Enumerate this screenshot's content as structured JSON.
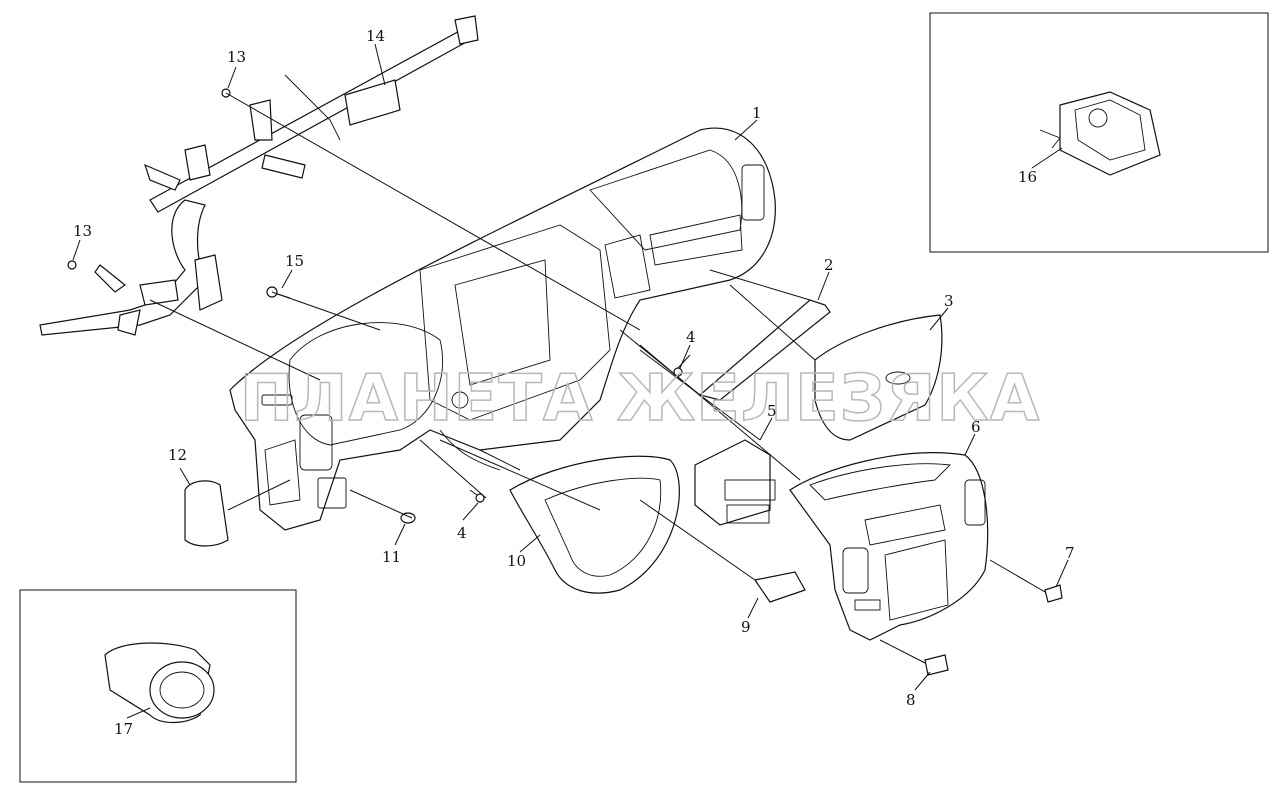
{
  "watermark": "ПЛАНЕТА ЖЕЛЕЗЯКА",
  "callouts": [
    {
      "id": "c1",
      "text": "1"
    },
    {
      "id": "c2",
      "text": "2"
    },
    {
      "id": "c3",
      "text": "3"
    },
    {
      "id": "c4a",
      "text": "4"
    },
    {
      "id": "c4b",
      "text": "4"
    },
    {
      "id": "c5",
      "text": "5"
    },
    {
      "id": "c6",
      "text": "6"
    },
    {
      "id": "c7",
      "text": "7"
    },
    {
      "id": "c8",
      "text": "8"
    },
    {
      "id": "c9",
      "text": "9"
    },
    {
      "id": "c10",
      "text": "10"
    },
    {
      "id": "c11",
      "text": "11"
    },
    {
      "id": "c12",
      "text": "12"
    },
    {
      "id": "c13a",
      "text": "13"
    },
    {
      "id": "c13b",
      "text": "13"
    },
    {
      "id": "c14",
      "text": "14"
    },
    {
      "id": "c15",
      "text": "15"
    },
    {
      "id": "c16",
      "text": "16"
    },
    {
      "id": "c17",
      "text": "17"
    }
  ]
}
